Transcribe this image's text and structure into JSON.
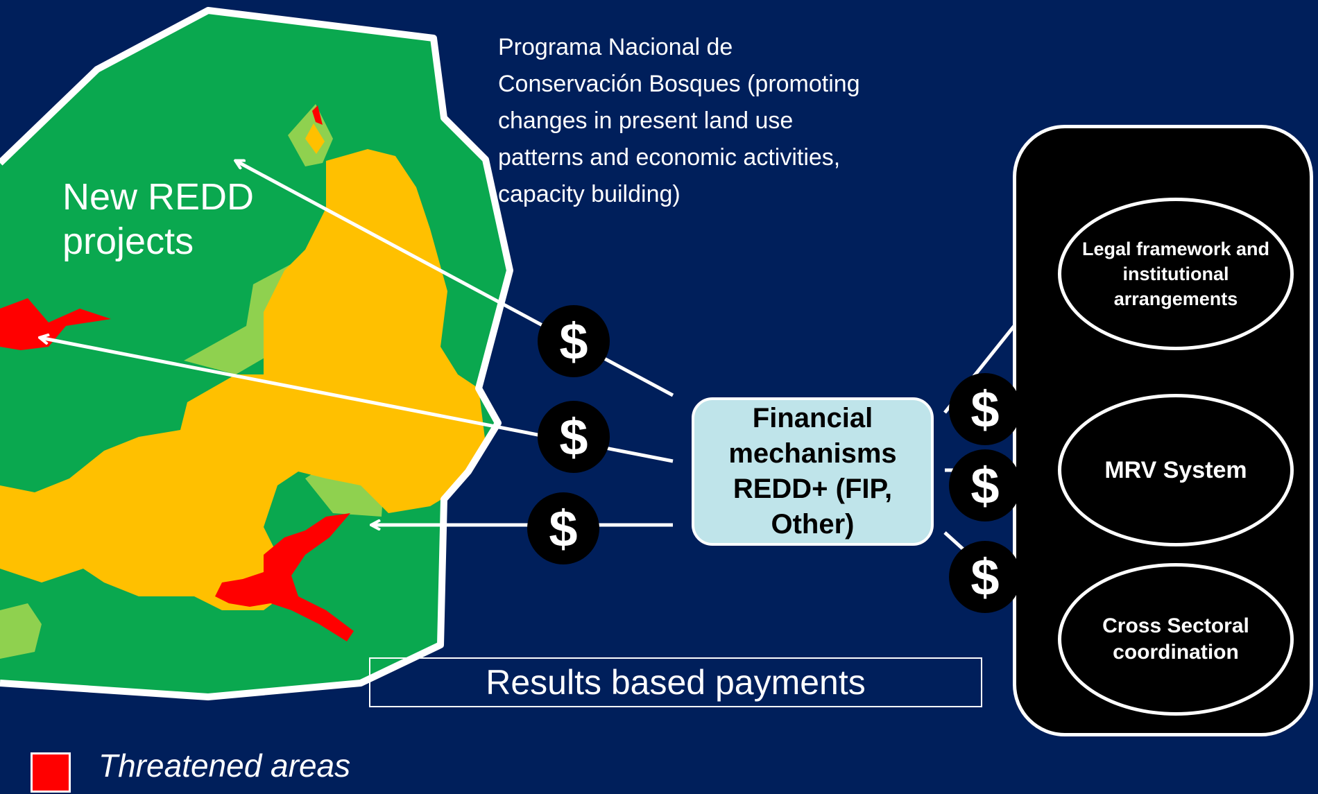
{
  "map": {
    "label": "New REDD projects",
    "colors": {
      "forest": "#0aa84f",
      "degraded": "#8fd14f",
      "deforested": "#ffc000",
      "threatened": "#ff0000"
    }
  },
  "program": {
    "text": "Programa Nacional de Conservación Bosques (promoting changes in present land use patterns and economic activities, capacity building)"
  },
  "financial_box": {
    "label": "Financial mechanisms REDD+ (FIP, Other)",
    "fill": "#bfe4ea"
  },
  "results": {
    "label": "Results based payments"
  },
  "coins": {
    "symbol": "$"
  },
  "panel": {
    "items": [
      {
        "label": "Legal framework and institutional arrangements"
      },
      {
        "label": "MRV System"
      },
      {
        "label": "Cross Sectoral coordination"
      }
    ]
  },
  "legend": {
    "label": "Threatened areas",
    "color": "#ff0000"
  },
  "colors": {
    "background": "#001f5b",
    "line": "#ffffff",
    "panel": "#000000"
  }
}
